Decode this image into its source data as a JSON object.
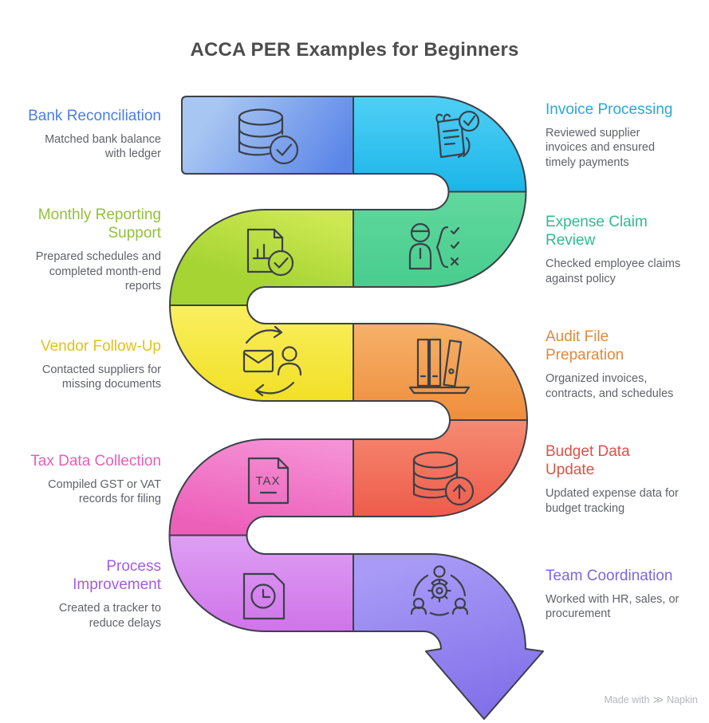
{
  "title": "ACCA PER Examples for Beginners",
  "outline_color": "#3c4049",
  "watermark": {
    "text": "Made with",
    "logo_glyph": "≫",
    "brand": "Napkin"
  },
  "rows": [
    {
      "left": {
        "title": "Bank Reconciliation",
        "description": "Matched bank balance with ledger",
        "title_color": "#4a7ce6",
        "icon": "database-check",
        "gradient": {
          "from": "#a8c6f2",
          "to": "#5b86e8"
        }
      },
      "right": {
        "title": "Invoice Processing",
        "description": "Reviewed supplier invoices and ensured timely payments",
        "title_color": "#29a8db",
        "icon": "invoice-hand",
        "gradient": {
          "from": "#4fd0f5",
          "to": "#1ab4e8"
        }
      }
    },
    {
      "left": {
        "title": "Monthly Reporting Support",
        "description": "Prepared schedules and completed month-end reports",
        "title_color": "#93c03c",
        "icon": "report-check",
        "gradient": {
          "from": "#cde851",
          "to": "#a5d433"
        }
      },
      "right": {
        "title": "Expense Claim Review",
        "description": "Checked employee claims against policy",
        "title_color": "#2dbc8f",
        "icon": "person-checklist",
        "gradient": {
          "from": "#62d89e",
          "to": "#47cd8d"
        }
      }
    },
    {
      "left": {
        "title": "Vendor Follow-Up",
        "description": "Contacted suppliers for missing documents",
        "title_color": "#e3c11f",
        "icon": "mail-sync-person",
        "gradient": {
          "from": "#f9ef5e",
          "to": "#f2df25"
        }
      },
      "right": {
        "title": "Audit File Preparation",
        "description": "Organized invoices, contracts, and schedules",
        "title_color": "#e0893c",
        "icon": "books-shelf",
        "gradient": {
          "from": "#f6b169",
          "to": "#ef8d3b"
        }
      }
    },
    {
      "left": {
        "title": "Tax Data Collection",
        "description": "Compiled GST or VAT records for filing",
        "title_color": "#e75fb5",
        "icon": "tax-document",
        "icon_label": "TAX",
        "gradient": {
          "from": "#f591d5",
          "to": "#ed60ba"
        }
      },
      "right": {
        "title": "Budget Data Update",
        "description": "Updated expense data for budget tracking",
        "title_color": "#de5147",
        "icon": "database-upload",
        "gradient": {
          "from": "#f58a72",
          "to": "#ef5b4a"
        }
      }
    },
    {
      "left": {
        "title": "Process Improvement",
        "description": "Created a tracker to reduce delays",
        "title_color": "#a35ce4",
        "icon": "document-clock",
        "gradient": {
          "from": "#de9ff4",
          "to": "#cf73e9"
        }
      },
      "right": {
        "title": "Team Coordination",
        "description": "Worked with HR, sales, or procurement",
        "title_color": "#7b68e1",
        "icon": "team-gear",
        "gradient": {
          "from": "#a89af6",
          "to": "#806fe9"
        }
      }
    }
  ]
}
